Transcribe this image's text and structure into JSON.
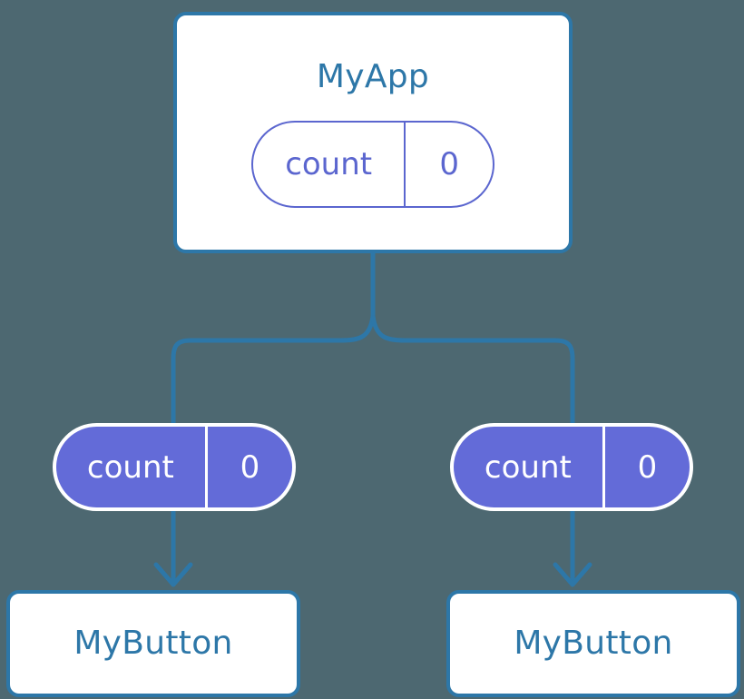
{
  "diagram": {
    "title_text": "MyApp",
    "background_color": "#4d6871",
    "edge_color": "#2d77a8",
    "component_border_color": "#2d77a8",
    "component_text_color": "#2d77a8",
    "pill_outline_color": "#5b66cf",
    "pill_fill_color": "#636bd8",
    "pill_text_color": "#ffffff"
  },
  "root": {
    "name": "MyApp",
    "state": {
      "key": "count",
      "value": "0"
    }
  },
  "branches": [
    {
      "side": "left",
      "context_value": {
        "key": "count",
        "value": "0"
      },
      "consumer": {
        "name": "MyButton"
      }
    },
    {
      "side": "right",
      "context_value": {
        "key": "count",
        "value": "0"
      },
      "consumer": {
        "name": "MyButton"
      }
    }
  ]
}
